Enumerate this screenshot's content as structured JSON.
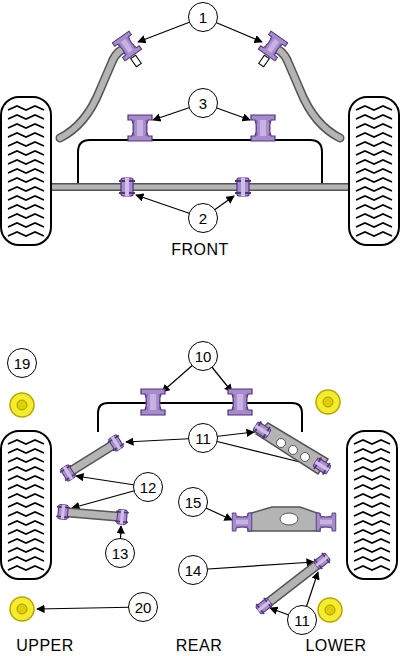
{
  "diagram": {
    "nodes": [
      {
        "text": [
          "1"
        ]
      },
      {
        "text": [
          "3"
        ]
      },
      {
        "text": [
          "2"
        ]
      },
      {
        "text": [
          "19"
        ]
      },
      {
        "text": [
          "10"
        ]
      },
      {
        "text": [
          "11"
        ]
      },
      {
        "text": [
          "12"
        ]
      },
      {
        "text": [
          "15"
        ]
      },
      {
        "text": [
          "13"
        ]
      },
      {
        "text": [
          "14"
        ]
      },
      {
        "text": [
          "20"
        ]
      },
      {
        "text": [
          "11"
        ]
      }
    ],
    "labels": [
      "FRONT",
      "UPPER",
      "REAR",
      "LOWER"
    ]
  }
}
